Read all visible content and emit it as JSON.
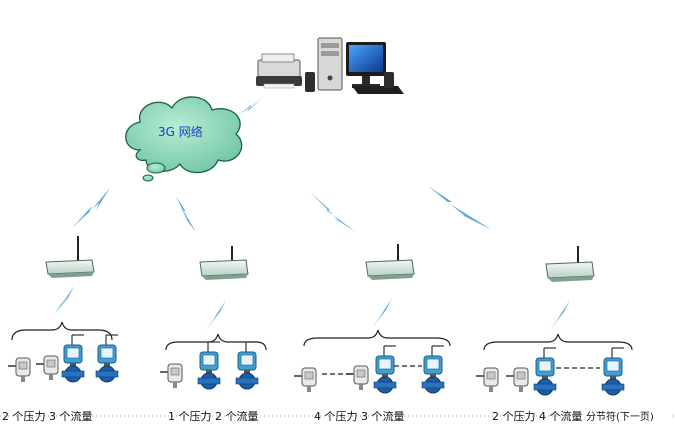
{
  "cloud": {
    "label": "3G 网络",
    "color": "#8fd6b8"
  },
  "computer": {
    "icon": "desktop-computer-icon",
    "printer_icon": "printer-icon"
  },
  "signal_color": "#5fa8d8",
  "routers": [
    {
      "icon": "wireless-router-icon"
    },
    {
      "icon": "wireless-router-icon"
    },
    {
      "icon": "wireless-router-icon"
    },
    {
      "icon": "wireless-router-icon"
    }
  ],
  "groups": [
    {
      "label": "2 个压力 3 个流量",
      "pressure_count": 2,
      "flow_count": 3
    },
    {
      "label": "1 个压力 2 个流量",
      "pressure_count": 1,
      "flow_count": 2
    },
    {
      "label": "4 个压力 3 个流量",
      "pressure_count": 4,
      "flow_count": 3
    },
    {
      "label": "2 个压力 4 个流量",
      "pressure_count": 2,
      "flow_count": 4
    }
  ],
  "footer_note": "分节符(下一页)"
}
